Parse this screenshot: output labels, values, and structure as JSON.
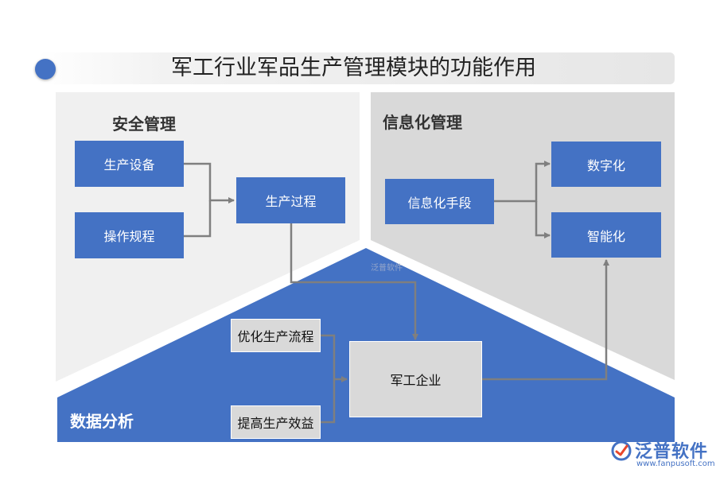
{
  "title": "军工行业军品生产管理模块的功能作用",
  "sections": {
    "safety": "安全管理",
    "info": "信息化管理",
    "data": "数据分析"
  },
  "boxes": {
    "production_equipment": "生产设备",
    "operating_procedures": "操作规程",
    "production_process": "生产过程",
    "info_means": "信息化手段",
    "digitalization": "数字化",
    "intelligence": "智能化",
    "optimize_flow": "优化生产流程",
    "improve_efficiency": "提高生产效益",
    "military_enterprise": "军工企业"
  },
  "watermark": "泛普软件",
  "logo": {
    "name": "泛普软件",
    "url": "www.fanpusoft.com"
  },
  "colors": {
    "blue": "#4472c4",
    "left_panel": "#f0f0f0",
    "right_panel": "#d9d9d9",
    "gray_box": "#d9d9d9",
    "arrow": "#7f7f7f"
  }
}
